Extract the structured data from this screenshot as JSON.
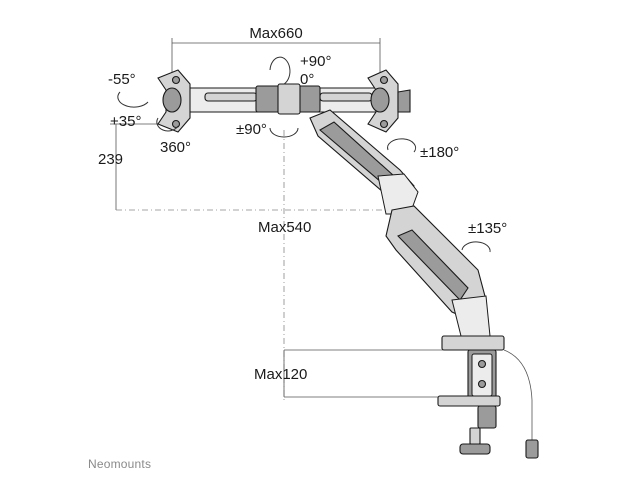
{
  "diagram": {
    "brand": "Neomounts",
    "dimensions": {
      "width": "Max660",
      "height_top": "239",
      "reach": "Max540",
      "desk": "Max120"
    },
    "rotations": {
      "tilt_up": "-55°",
      "tilt_down": "+35°",
      "rotate": "360°",
      "swivel_plus": "+90°",
      "swivel_zero": "0°",
      "swivel_mid": "±90°",
      "arm_joint": "±180°",
      "base_joint": "±135°"
    }
  }
}
